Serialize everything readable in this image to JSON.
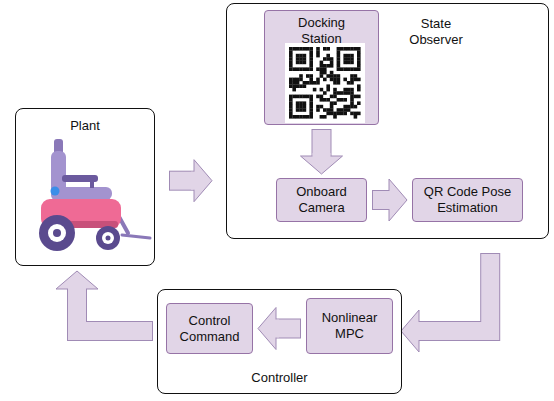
{
  "diagram": {
    "nodes": [
      {
        "text": [
          "Plant"
        ]
      },
      {
        "text": [
          "State Observer"
        ]
      },
      {
        "text": [
          "Docking Station"
        ],
        "in": 1
      },
      {
        "text": [
          "Onboard Camera"
        ],
        "in": 1
      },
      {
        "text": [
          "QR Code Pose Estimation"
        ],
        "in": 1
      },
      {
        "text": [
          "Controller"
        ]
      },
      {
        "text": [
          "Control Command"
        ],
        "in": 5
      },
      {
        "text": [
          "Nonlinear MPC"
        ],
        "in": 5
      }
    ],
    "edges": [
      {
        "from": 0,
        "to": 1,
        "arrow": "to"
      },
      {
        "from": 2,
        "to": 3,
        "arrow": "to"
      },
      {
        "from": 3,
        "to": 4,
        "arrow": "to"
      },
      {
        "from": 1,
        "to": 7,
        "arrow": "to"
      },
      {
        "from": 7,
        "to": 6,
        "arrow": "to"
      },
      {
        "from": 5,
        "to": 0,
        "arrow": "to"
      }
    ]
  }
}
